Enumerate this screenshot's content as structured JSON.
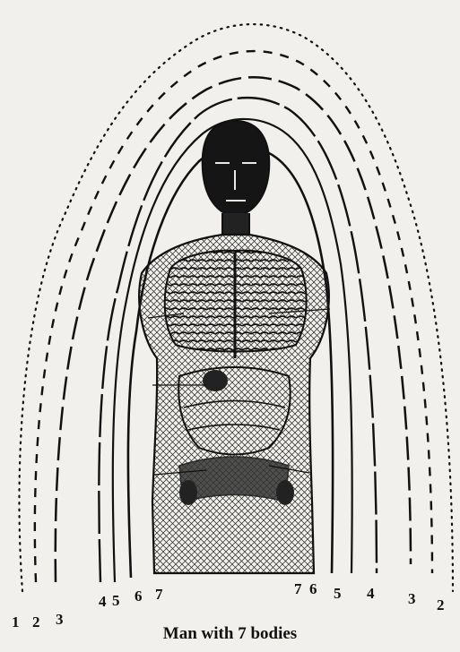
{
  "figure": {
    "caption": "Man with 7 bodies",
    "left_numbers": [
      "1",
      "2",
      "3",
      "4",
      "5",
      "6",
      "7"
    ],
    "right_numbers": [
      "7",
      "6",
      "5",
      "4",
      "3",
      "2"
    ]
  },
  "colors": {
    "paper": "#f1f0ec",
    "ink": "#111111"
  }
}
